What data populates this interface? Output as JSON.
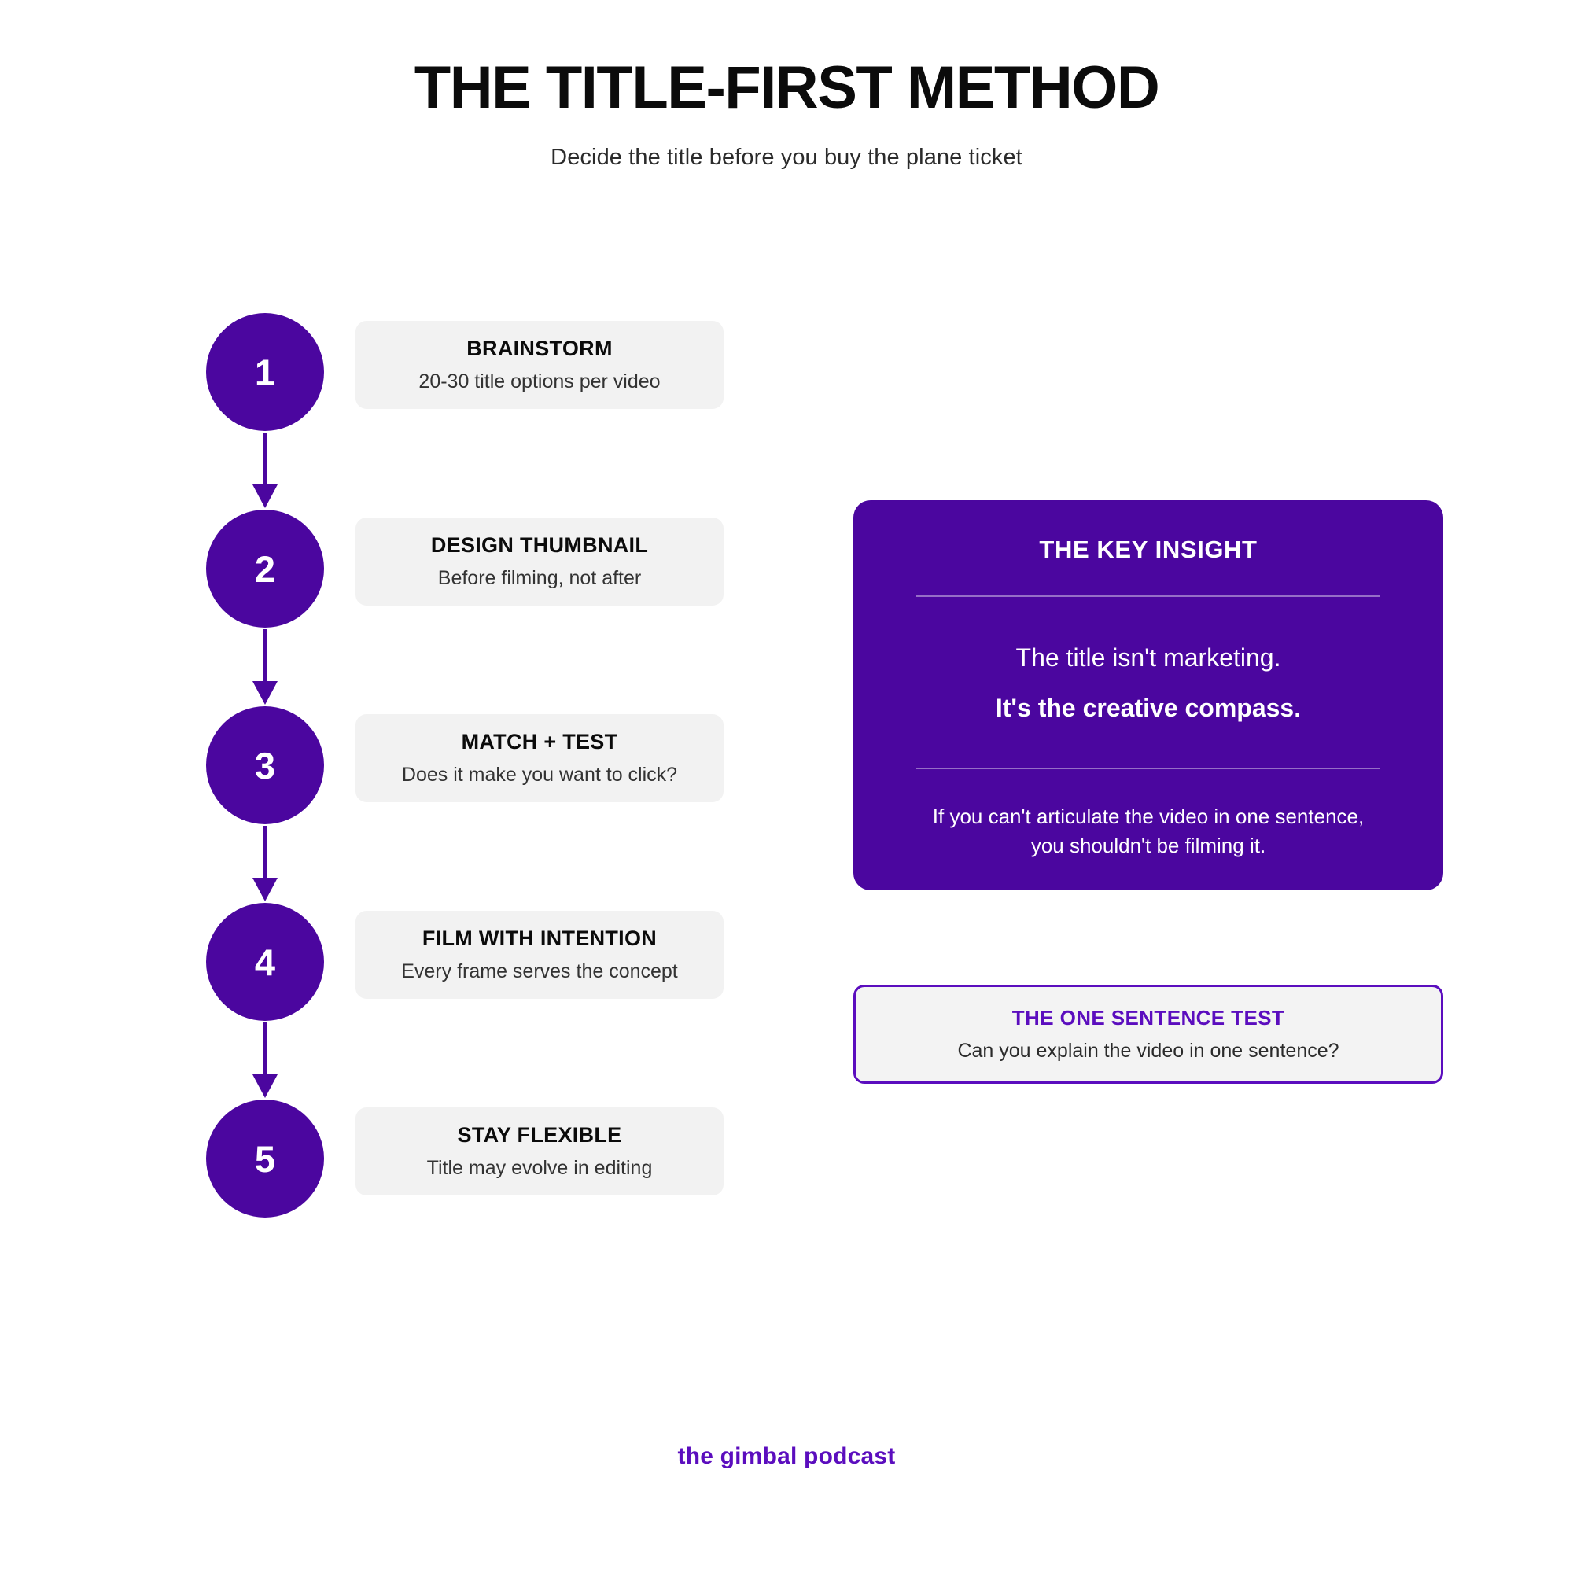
{
  "header": {
    "title": "THE TITLE-FIRST METHOD",
    "subtitle": "Decide the title before you buy the plane ticket"
  },
  "flow": {
    "steps": [
      {
        "number": "1",
        "title": "BRAINSTORM",
        "desc": "20-30 title options per video"
      },
      {
        "number": "2",
        "title": "DESIGN THUMBNAIL",
        "desc": "Before filming, not after"
      },
      {
        "number": "3",
        "title": "MATCH + TEST",
        "desc": "Does it make you want to click?"
      },
      {
        "number": "4",
        "title": "FILM WITH INTENTION",
        "desc": "Every frame serves the concept"
      },
      {
        "number": "5",
        "title": "STAY FLEXIBLE",
        "desc": "Title may evolve in editing"
      }
    ]
  },
  "insight": {
    "heading": "THE KEY INSIGHT",
    "line1": "The title isn't marketing.",
    "line2": "It's the creative compass.",
    "note": "If you can't articulate the video in one sentence, you shouldn't be filming it."
  },
  "test_box": {
    "title": "THE ONE SENTENCE TEST",
    "desc": "Can you explain the video in one sentence?"
  },
  "footer": {
    "brand": "the gimbal podcast"
  },
  "colors": {
    "brand_purple": "#4B069F",
    "accent_purple": "#5B0DBE",
    "card_gray": "#f2f2f2",
    "background": "#ffffff",
    "text_dark": "#0b0b0b"
  }
}
